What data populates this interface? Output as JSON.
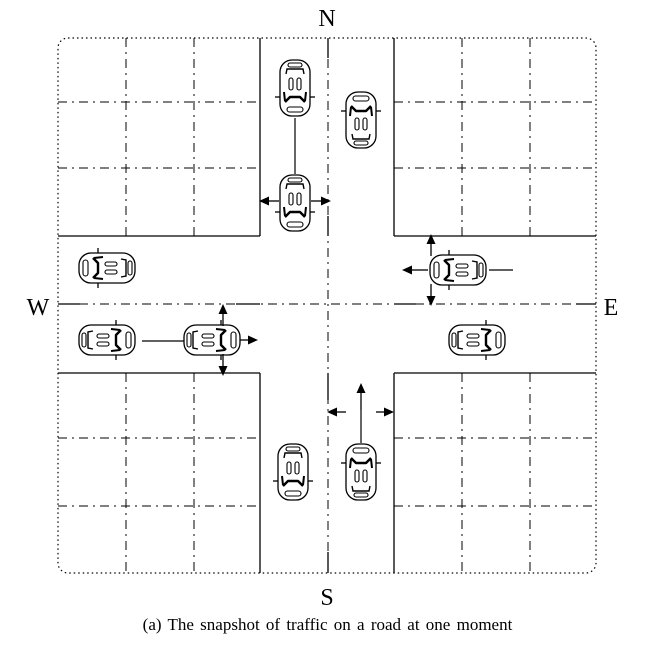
{
  "labels": {
    "north": "N",
    "south": "S",
    "west": "W",
    "east": "E"
  },
  "caption": "(a) The snapshot of traffic on a road at one moment",
  "colors": {
    "stroke": "#000000",
    "background": "#ffffff"
  },
  "vehicles": [
    {
      "id": "v1",
      "heading": "south",
      "arrows": []
    },
    {
      "id": "v2",
      "heading": "north",
      "arrows": []
    },
    {
      "id": "v3",
      "heading": "south",
      "arrows": [
        "west",
        "east"
      ]
    },
    {
      "id": "v4",
      "heading": "west",
      "arrows": []
    },
    {
      "id": "v5",
      "heading": "west",
      "arrows": [
        "north",
        "south",
        "west"
      ]
    },
    {
      "id": "v6",
      "heading": "east",
      "arrows": []
    },
    {
      "id": "v7",
      "heading": "east",
      "arrows": [
        "north",
        "south",
        "east"
      ]
    },
    {
      "id": "v8",
      "heading": "east",
      "arrows": []
    },
    {
      "id": "v9",
      "heading": "south",
      "arrows": []
    },
    {
      "id": "v10",
      "heading": "north",
      "arrows": [
        "north",
        "west",
        "east"
      ]
    }
  ]
}
